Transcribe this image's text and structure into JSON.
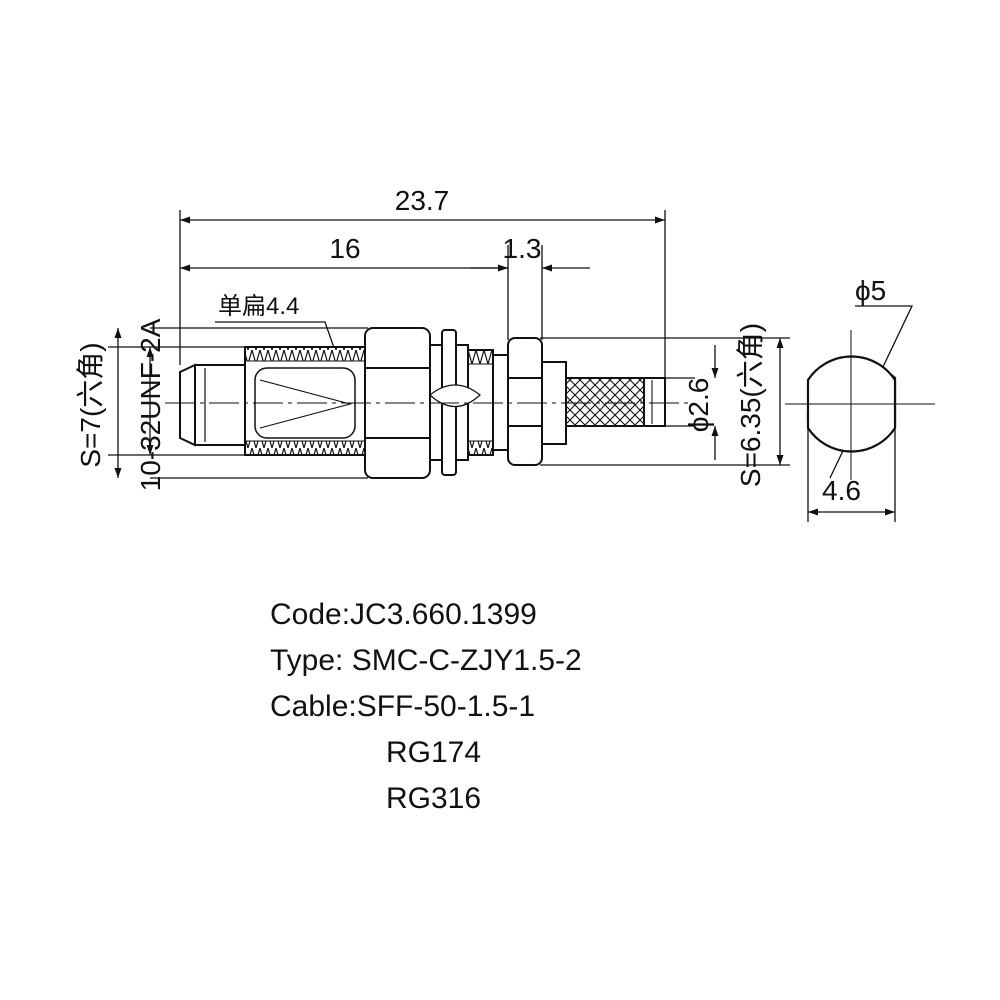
{
  "dimensions": {
    "overall_length": "23.7",
    "body_length": "16",
    "gap": "1.3",
    "single_flat": "单扁4.4",
    "left_hex": "S=7(六角)",
    "thread": "10-32UNF-2A",
    "diameter_small": "ϕ2.6",
    "right_hex": "S=6.35(六角)",
    "end_diameter": "ϕ5",
    "flat_width": "4.6"
  },
  "info": {
    "code": "Code:JC3.660.1399",
    "type": "Type: SMC-C-ZJY1.5-2",
    "cable": "Cable:SFF-50-1.5-1",
    "cable_alt1": "RG174",
    "cable_alt2": "RG316"
  }
}
